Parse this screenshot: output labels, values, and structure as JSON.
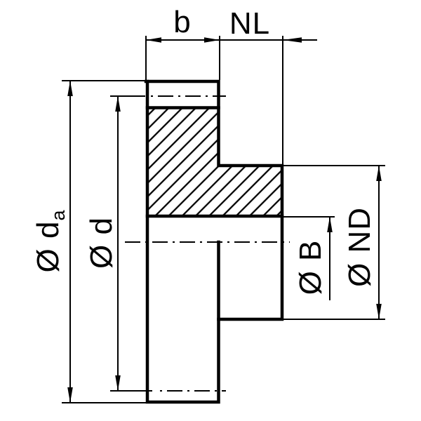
{
  "drawing": {
    "type": "gear-cross-section",
    "colors": {
      "line": "#000000",
      "background": "#ffffff"
    },
    "dimensions": {
      "face_width": {
        "label": "b"
      },
      "hub_length": {
        "label": "NL"
      },
      "tip_diameter": {
        "label": "Ø d",
        "subscript": "a"
      },
      "pitch_diameter": {
        "label": "Ø d"
      },
      "bore_diameter": {
        "label": "Ø B"
      },
      "hub_diameter": {
        "label": "Ø ND"
      }
    }
  }
}
